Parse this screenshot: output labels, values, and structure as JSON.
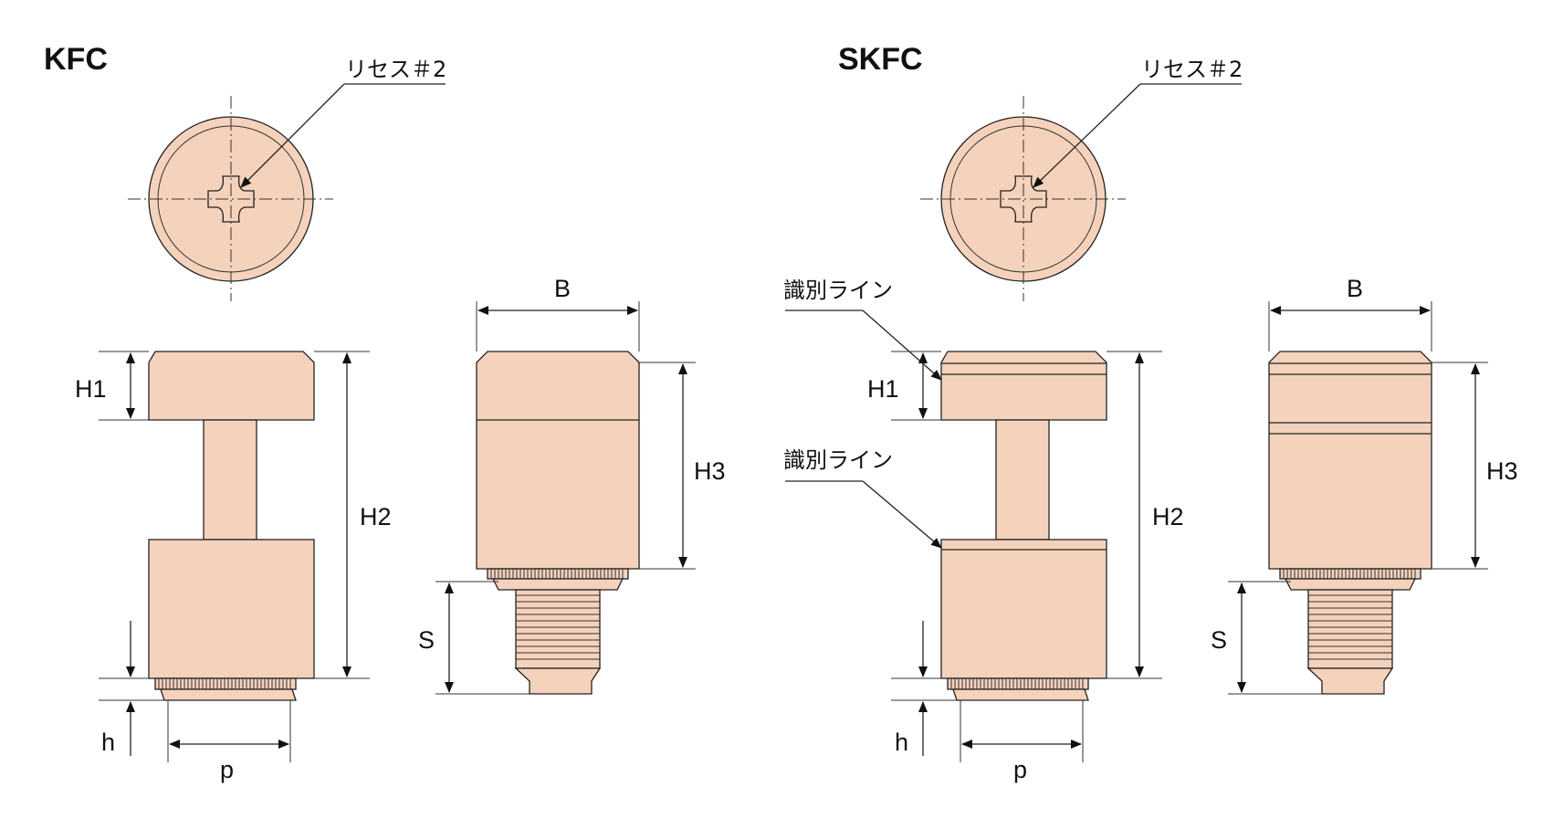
{
  "colors": {
    "part_fill": "#f5d2bc",
    "line": "#222222",
    "background": "#ffffff"
  },
  "kfc": {
    "title": "KFC",
    "recess_label": "リセス＃2",
    "dims": {
      "b": "B",
      "h1": "H1",
      "h2": "H2",
      "h3": "H3",
      "s": "S",
      "h": "h",
      "p": "p"
    }
  },
  "skfc": {
    "title": "SKFC",
    "recess_label": "リセス＃2",
    "id_line_label_1": "識別ライン",
    "id_line_label_2": "識別ライン",
    "dims": {
      "b": "B",
      "h1": "H1",
      "h2": "H2",
      "h3": "H3",
      "s": "S",
      "h": "h",
      "p": "p"
    }
  }
}
